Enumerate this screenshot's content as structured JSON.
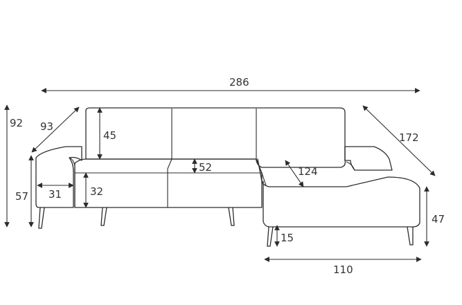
{
  "dimensions": {
    "total_width": "286",
    "total_height": "92",
    "depth": "93",
    "arm_height": "57",
    "arm_width": "31",
    "backrest_height": "45",
    "seat_depth": "52",
    "seat_height": "32",
    "chaise_length": "172",
    "chaise_depth_diagonal": "124",
    "chaise_height": "47",
    "leg_height": "15",
    "chaise_width": "110"
  },
  "colors": {
    "line": "#2b2b2b",
    "text": "#333333",
    "background": "#ffffff"
  }
}
